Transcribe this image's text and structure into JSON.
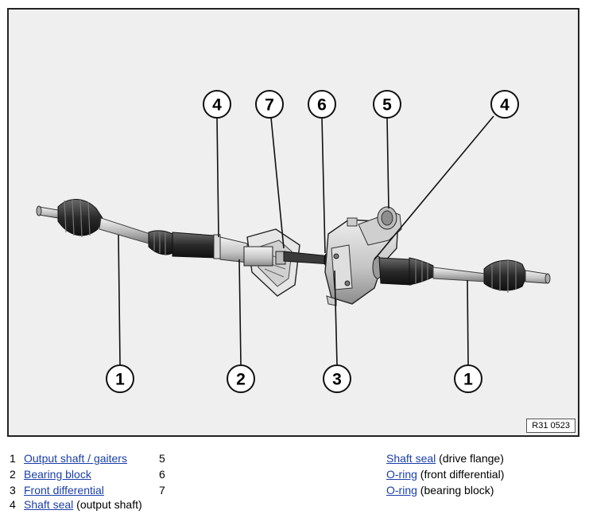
{
  "figure": {
    "reference": "R31 0523",
    "callouts": [
      {
        "id": "c1-left",
        "number": "1"
      },
      {
        "id": "c2",
        "number": "2"
      },
      {
        "id": "c3",
        "number": "3"
      },
      {
        "id": "c1-right",
        "number": "1"
      },
      {
        "id": "c4-left",
        "number": "4"
      },
      {
        "id": "c7",
        "number": "7"
      },
      {
        "id": "c6",
        "number": "6"
      },
      {
        "id": "c5",
        "number": "5"
      },
      {
        "id": "c4-right",
        "number": "4"
      }
    ]
  },
  "legend": {
    "left": [
      {
        "number": "1",
        "link": "Output shaft / gaiters",
        "suffix": ""
      },
      {
        "number": "2",
        "link": "Bearing block",
        "suffix": ""
      },
      {
        "number": "3",
        "link": "Front differential",
        "suffix": ""
      },
      {
        "number": "4",
        "link": "Shaft seal",
        "suffix": " (output shaft)"
      }
    ],
    "right": [
      {
        "number": "5",
        "link": "Shaft seal",
        "suffix": " (drive flange)"
      },
      {
        "number": "6",
        "link": "O-ring",
        "suffix": " (front differential)"
      },
      {
        "number": "7",
        "link": "O-ring",
        "suffix": " (bearing block)"
      }
    ]
  }
}
